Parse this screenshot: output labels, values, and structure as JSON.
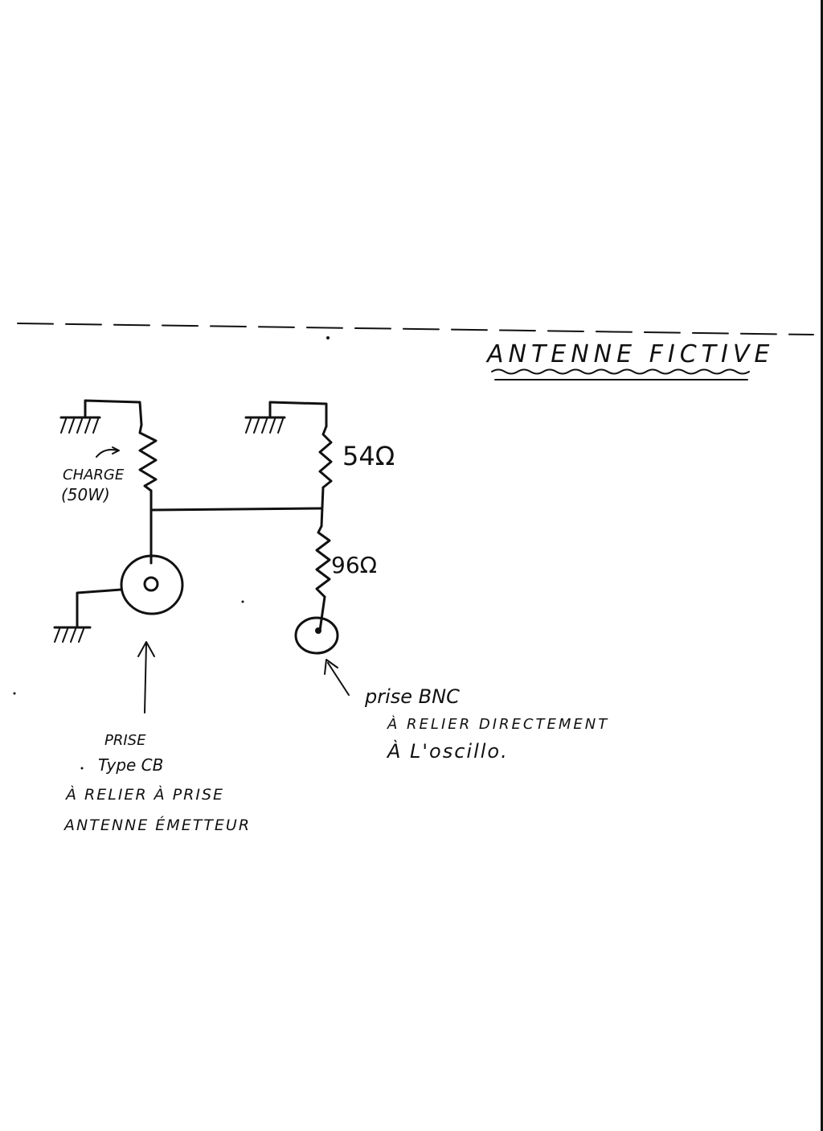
{
  "title": "ANTENNE FICTIVE",
  "resistors": {
    "load": {
      "label_line1": "CHARGE",
      "label_line2": "(50W)"
    },
    "r_top": {
      "value": "54Ω"
    },
    "r_bottom": {
      "value": "96Ω"
    }
  },
  "connectors": {
    "cb": {
      "line1": "PRISE",
      "line2": "Type CB",
      "line3": "À RELIER À PRISE",
      "line4": "ANTENNE ÉMETTEUR"
    },
    "bnc": {
      "line1": "prise BNC",
      "line2": "À RELIER DIRECTEMENT",
      "line3": "À L'oscillo."
    }
  },
  "colors": {
    "ink": "#111111",
    "paper": "#ffffff"
  }
}
